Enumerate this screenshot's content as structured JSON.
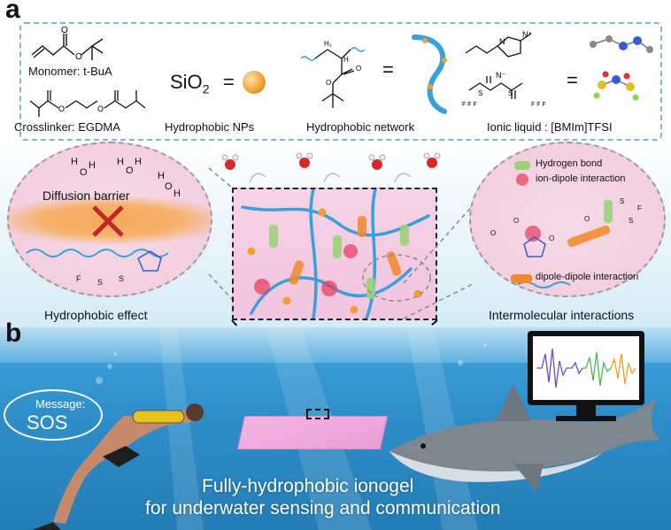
{
  "panel_labels": {
    "a": "a",
    "b": "b"
  },
  "legend": {
    "monomer": "Monomer: t-BuA",
    "crosslinker": "Crosslinker: EGDMA",
    "np_formula": "SiO",
    "np_subscript": "2",
    "np_equals": "=",
    "nps": "Hydrophobic NPs",
    "network": "Hydrophobic network",
    "network_equals": "=",
    "il_equals": "=",
    "ionic_liquid": "Ionic liquid : [BMIm]TFSI"
  },
  "left_zoom": {
    "diffusion": "Diffusion barrier",
    "caption": "Hydrophobic effect"
  },
  "right_zoom": {
    "hbond": "Hydrogen bond",
    "ion_dipole": "ion-dipole interaction",
    "dipole_dipole": "dipole-dipole interaction",
    "caption": "Intermolecular interactions"
  },
  "panel_b": {
    "message_label": "Message:",
    "message": "SOS",
    "line1": "Fully-hydrophobic ionogel",
    "line2": "for underwater sensing and communication"
  },
  "colors": {
    "dashed_border": "#7fb6dc",
    "np_orange": "#f0a030",
    "network_blue": "#3aa0d8",
    "pink_bg": "#f3cfe0",
    "water": "#2f8fc9",
    "hbond_green": "#9bd37a",
    "dipole_orange": "#f08a2a"
  }
}
